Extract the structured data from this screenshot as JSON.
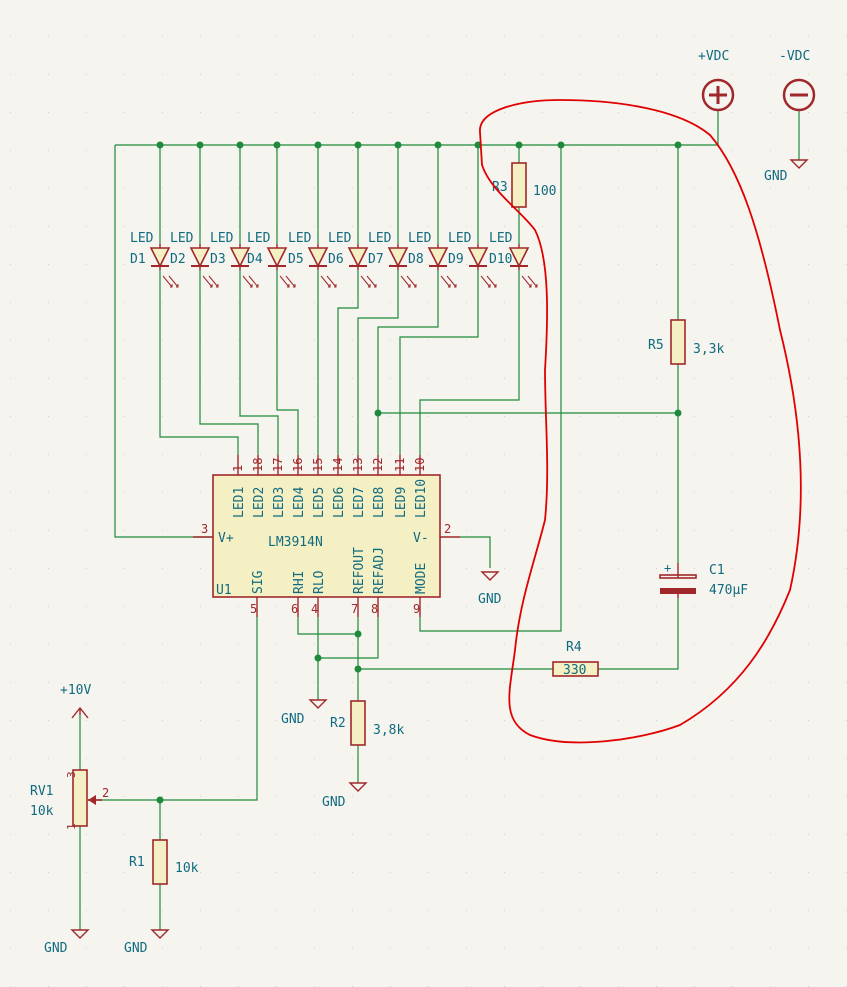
{
  "colors": {
    "background": "#f5f4ef",
    "wire": "#1f8a3b",
    "symbol": "#a0282a",
    "label": "#116b80",
    "annotation": "#e00000"
  },
  "ic": {
    "ref": "U1",
    "value": "LM3914N",
    "top_pins": [
      {
        "num": "1",
        "name": "LED1"
      },
      {
        "num": "18",
        "name": "LED2"
      },
      {
        "num": "17",
        "name": "LED3"
      },
      {
        "num": "16",
        "name": "LED4"
      },
      {
        "num": "15",
        "name": "LED5"
      },
      {
        "num": "14",
        "name": "LED6"
      },
      {
        "num": "13",
        "name": "LED7"
      },
      {
        "num": "12",
        "name": "LED8"
      },
      {
        "num": "11",
        "name": "LED9"
      },
      {
        "num": "10",
        "name": "LED10"
      }
    ],
    "left_pin": {
      "num": "3",
      "name": "V+"
    },
    "right_pin": {
      "num": "2",
      "name": "V-"
    },
    "bottom_pins": [
      {
        "num": "5",
        "name": "SIG"
      },
      {
        "num": "6",
        "name": "RHI"
      },
      {
        "num": "4",
        "name": "RLO"
      },
      {
        "num": "7",
        "name": "REFOUT"
      },
      {
        "num": "8",
        "name": "REFADJ"
      },
      {
        "num": "9",
        "name": "MODE"
      }
    ]
  },
  "leds": [
    {
      "ref": "D1",
      "value": "LED"
    },
    {
      "ref": "D2",
      "value": "LED"
    },
    {
      "ref": "D3",
      "value": "LED"
    },
    {
      "ref": "D4",
      "value": "LED"
    },
    {
      "ref": "D5",
      "value": "LED"
    },
    {
      "ref": "D6",
      "value": "LED"
    },
    {
      "ref": "D7",
      "value": "LED"
    },
    {
      "ref": "D8",
      "value": "LED"
    },
    {
      "ref": "D9",
      "value": "LED"
    },
    {
      "ref": "D10",
      "value": "LED"
    }
  ],
  "resistors": {
    "r1": {
      "ref": "R1",
      "value": "10k"
    },
    "r2": {
      "ref": "R2",
      "value": "3,8k"
    },
    "r3": {
      "ref": "R3",
      "value": "100"
    },
    "r4": {
      "ref": "R4",
      "value": "330"
    },
    "r5": {
      "ref": "R5",
      "value": "3,3k"
    }
  },
  "capacitor": {
    "ref": "C1",
    "value": "470µF",
    "polarity": "+"
  },
  "potentiometer": {
    "ref": "RV1",
    "value": "10k",
    "pins": [
      "3",
      "2",
      "1"
    ]
  },
  "power": {
    "vpos": "+VDC",
    "vneg": "-VDC",
    "plus10": "+10V",
    "gnd": "GND"
  }
}
